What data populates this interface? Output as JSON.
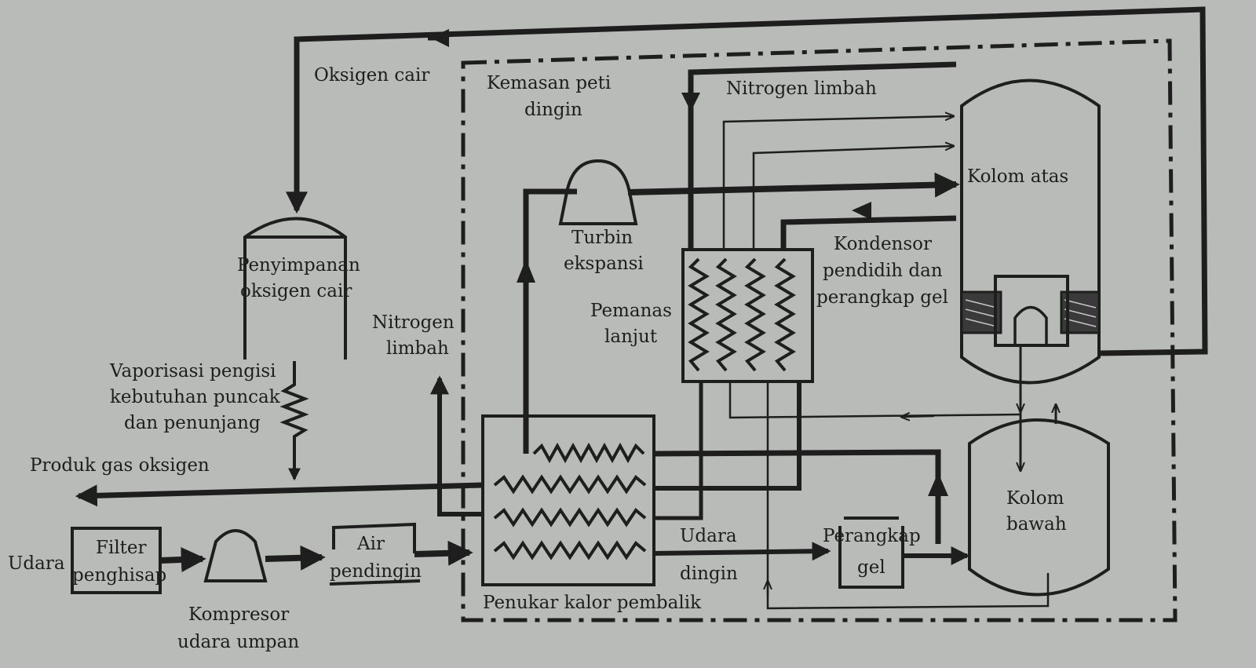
{
  "colors": {
    "paper": "#b9bbb8",
    "ink": "#1e1e1e"
  },
  "labels": {
    "oksigen_cair": "Oksigen cair",
    "kemasan_1": "Kemasan peti",
    "kemasan_2": "dingin",
    "nitrogen_limbah_top": "Nitrogen limbah",
    "kolom_atas": "Kolom atas",
    "turbin_1": "Turbin",
    "turbin_2": "ekspansi",
    "kondensor_1": "Kondensor",
    "kondensor_2": "pendidih dan",
    "kondensor_3": "perangkap gel",
    "penyimpanan_1": "Penyimpanan",
    "penyimpanan_2": "oksigen cair",
    "pemanas_1": "Pemanas",
    "pemanas_2": "lanjut",
    "nitrogen_limbah_left_1": "Nitrogen",
    "nitrogen_limbah_left_2": "limbah",
    "vaporisasi_1": "Vaporisasi pengisi",
    "vaporisasi_2": "kebutuhan puncak",
    "vaporisasi_3": "dan penunjang",
    "produk_gas": "Produk gas oksigen",
    "kolom_bawah_1": "Kolom",
    "kolom_bawah_2": "bawah",
    "udara_dingin_1": "Udara",
    "udara_dingin_2": "dingin",
    "perangkap_1": "Perangkap",
    "perangkap_2": "gel",
    "udara": "Udara",
    "filter_1": "Filter",
    "filter_2": "penghisap",
    "air_1": "Air",
    "air_2": "pendingin",
    "kompresor_1": "Kompresor",
    "kompresor_2": "udara umpan",
    "penukar": "Penukar kalor pembalik"
  }
}
